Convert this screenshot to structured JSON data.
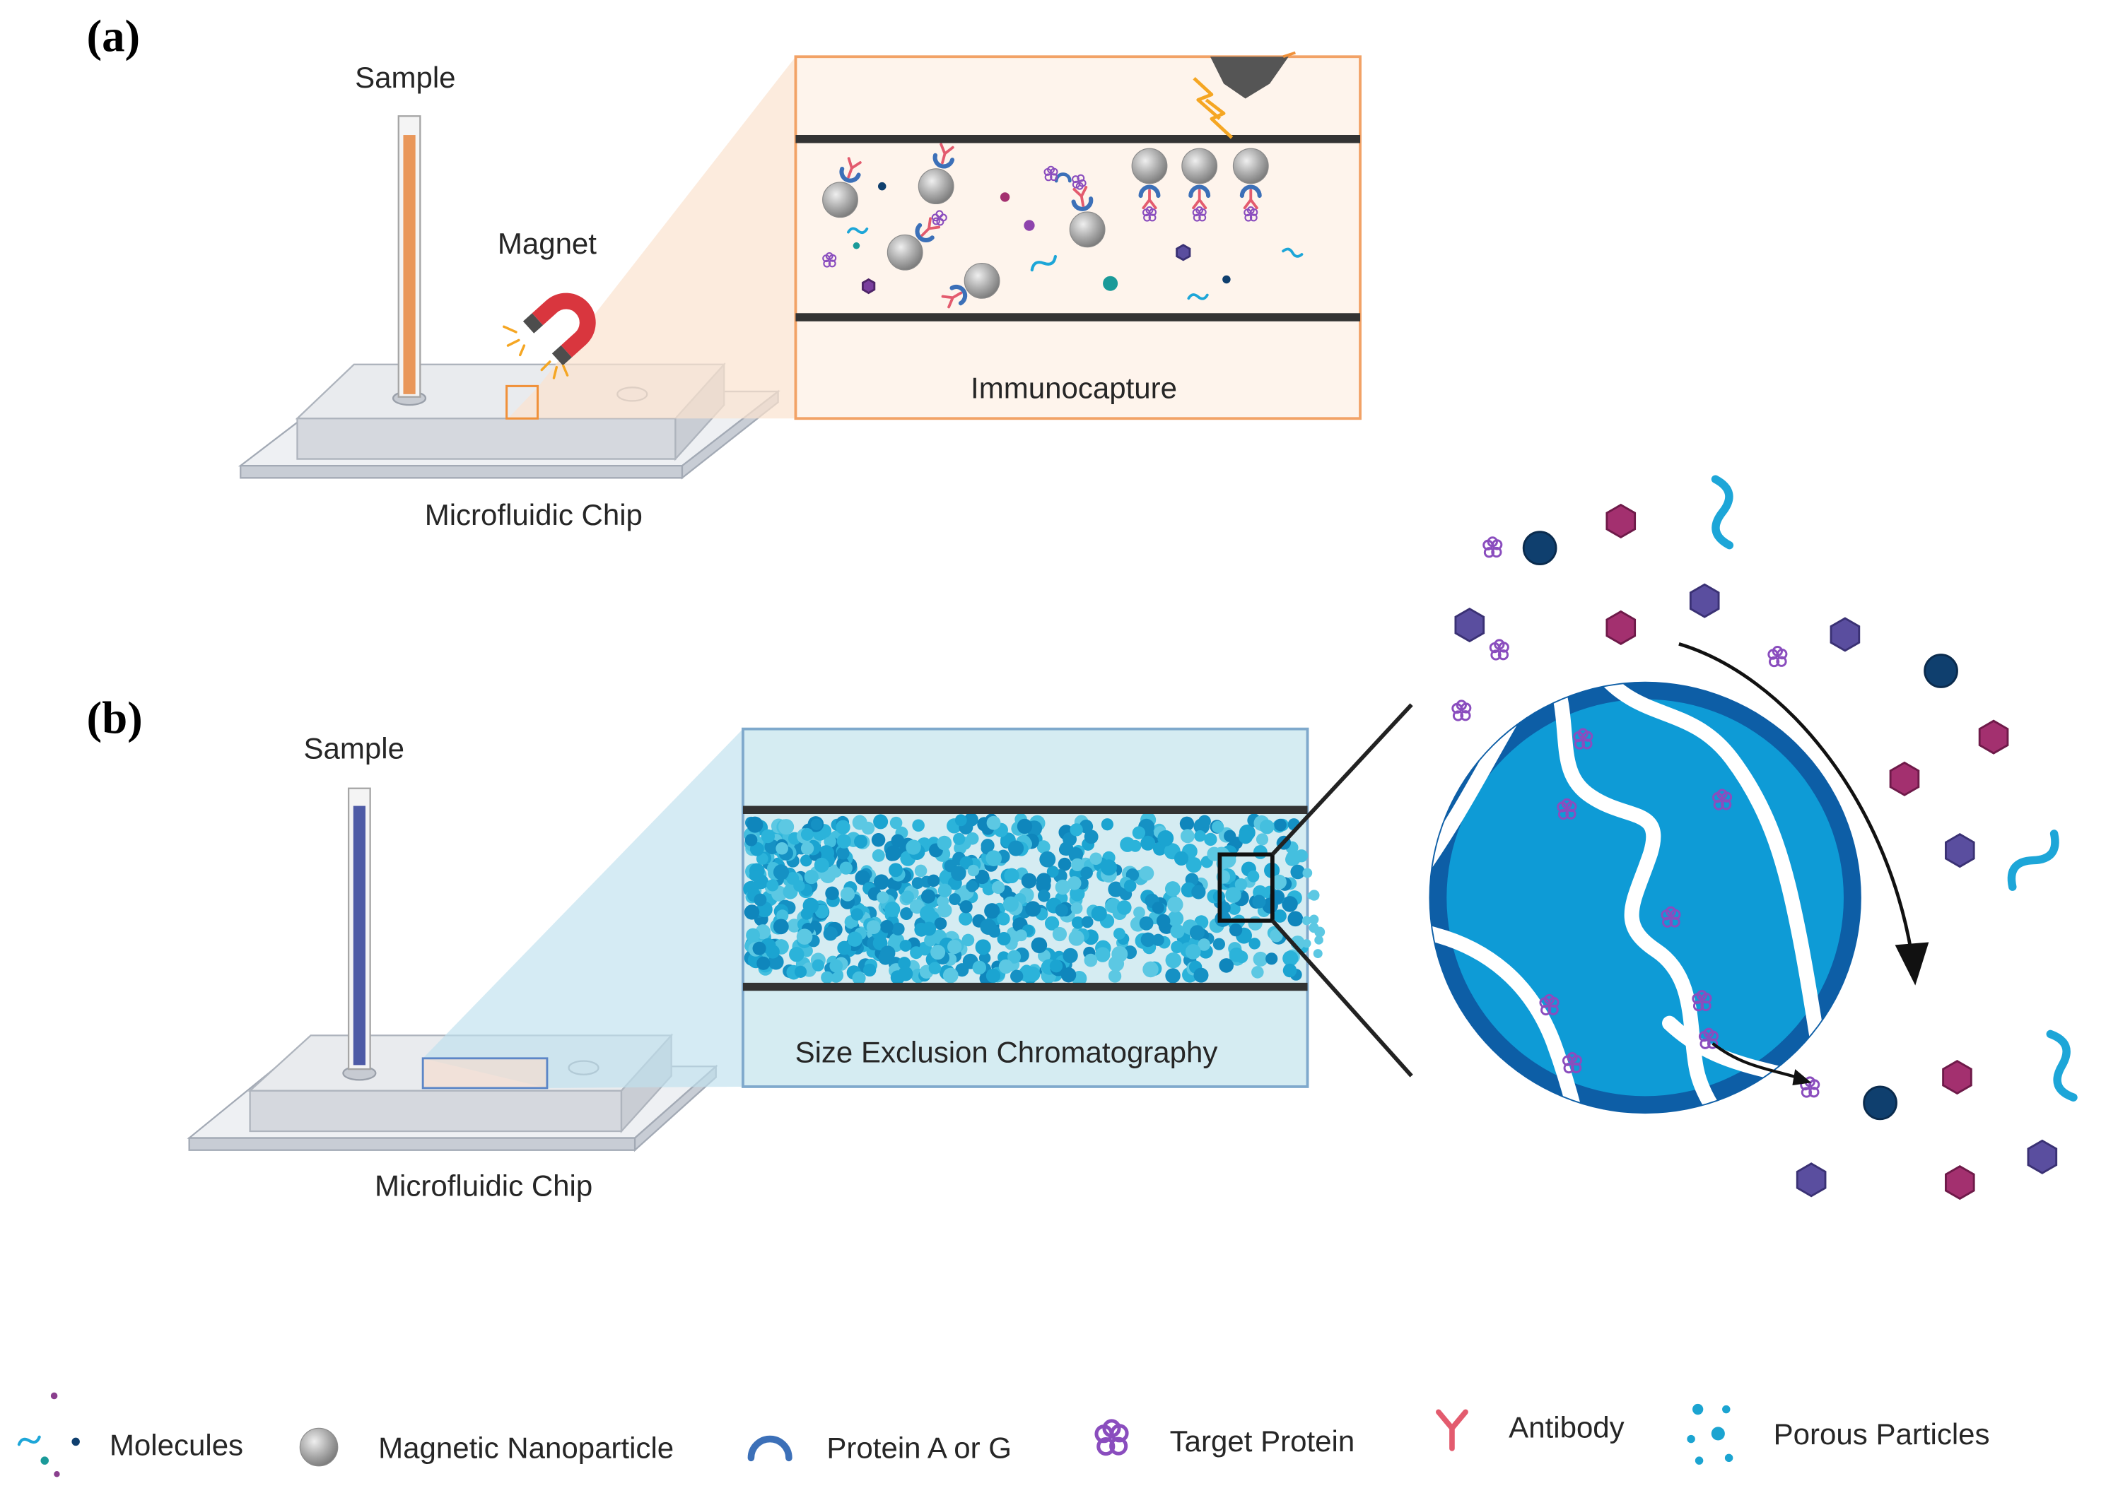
{
  "panel_a": {
    "label": "(a)",
    "sample": "Sample",
    "magnet": "Magnet",
    "chip": "Microfluidic Chip",
    "inset": "Immunocapture"
  },
  "panel_b": {
    "label": "(b)",
    "sample": "Sample",
    "chip": "Microfluidic Chip",
    "inset": "Size Exclusion Chromatography"
  },
  "legend": [
    {
      "label": "Molecules",
      "icon": "molecules-icon"
    },
    {
      "label": "Magnetic Nanoparticle",
      "icon": "magnetic-nanoparticle-icon"
    },
    {
      "label": "Protein A or G",
      "icon": "protein-a-or-g-icon"
    },
    {
      "label": "Target Protein",
      "icon": "target-protein-icon"
    },
    {
      "label": "Antibody",
      "icon": "antibody-icon"
    },
    {
      "label": "Porous Particles",
      "icon": "porous-particles-icon"
    }
  ],
  "colors": {
    "magnetic_nanoparticle": "#9E9E9E",
    "protein_a_or_g": "#3C70B8",
    "antibody": "#E35B6E",
    "target_protein": "#8A4DBE",
    "porous_particle": "#1BA4D1",
    "porous_particle_shell": "#0D5EA6",
    "porous_particle_core": "#0E9BD6",
    "molecule_navy": "#0F3F6E",
    "molecule_magenta": "#A3306F",
    "molecule_purple": "#5A4E9F",
    "molecule_teal": "#1A9A99",
    "molecule_cyan": "#1DA6D8",
    "panel_a_border": "#F2A266",
    "panel_b_border": "#7FA9CC",
    "sample_a": "#E9975A",
    "sample_b": "#4E5BA6",
    "magnet": "#D9363E",
    "spark": "#F5A623"
  }
}
